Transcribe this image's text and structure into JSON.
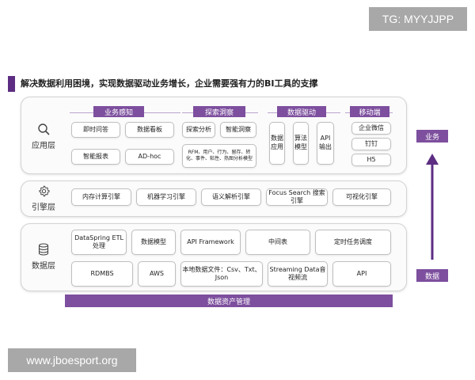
{
  "watermark_top": "TG: MYYJJPP",
  "watermark_bottom": "www.jboesport.org",
  "title": "解决数据利用困境，实现数据驱动业务增长，企业需要强有力的BI工具的支撑",
  "layers": {
    "application": {
      "label": "应用层",
      "icon": "search-icon",
      "categories": [
        {
          "name": "业务感知",
          "items": [
            "即时问答",
            "数据看板",
            "智能报表",
            "AD-hoc"
          ]
        },
        {
          "name": "探索洞察",
          "items": [
            "探索分析",
            "智能洞察",
            "RFM、用户、行为、留存、转化、事件、粘性、热图分析模型"
          ]
        },
        {
          "name": "数据驱动",
          "items": [
            "数据应用",
            "算法模型",
            "API输出"
          ]
        },
        {
          "name": "移动端",
          "items": [
            "企业微信",
            "钉钉",
            "H5"
          ]
        }
      ]
    },
    "engine": {
      "label": "引擎层",
      "icon": "gear-icon",
      "items": [
        "内存计算引擎",
        "机器学习引擎",
        "语义解析引擎",
        "Focus Search 搜索引擎",
        "可视化引擎"
      ]
    },
    "data": {
      "label": "数据层",
      "icon": "database-icon",
      "row1": [
        "DataSpring ETL处理",
        "数据模型",
        "API Framework",
        "中间表",
        "定时任务调度"
      ],
      "row2": [
        "RDMBS",
        "AWS",
        "本地数据文件：Csv、Txt、Json",
        "Streaming Data音视频流",
        "API"
      ]
    }
  },
  "bottom_bar": "数据资产管理",
  "side": {
    "top": "业务",
    "bottom": "数据",
    "arrow_color": "#5c2d82"
  },
  "colors": {
    "accent": "#7d4f9e",
    "accent_dark": "#5c2d82"
  }
}
